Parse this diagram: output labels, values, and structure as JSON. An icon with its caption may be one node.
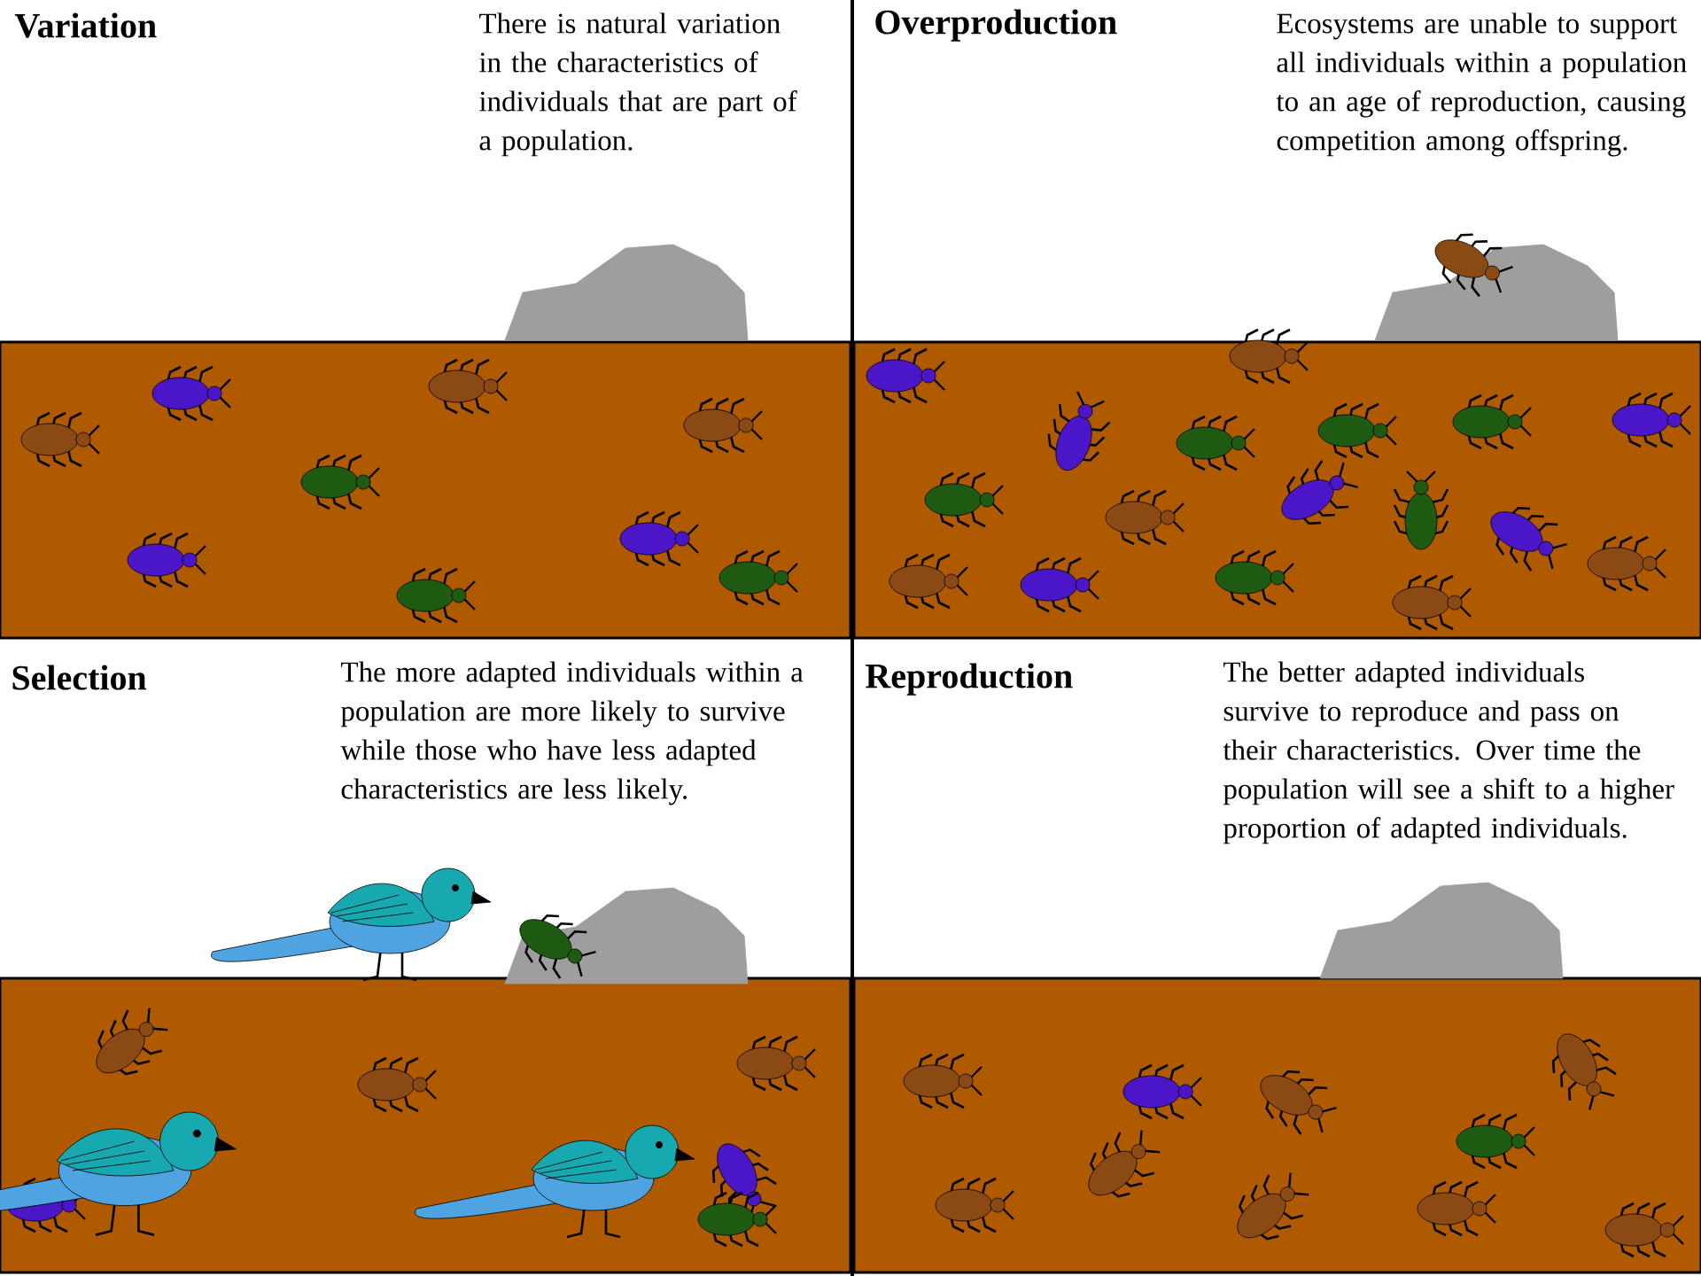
{
  "diagram": {
    "nodes": [
      {
        "text": [
          "Variation",
          "There is natural variation in the characteristics of individuals that are part of a population."
        ]
      },
      {
        "text": [
          "Overproduction",
          "Ecosystems are unable to support all individuals within a population to an age of reproduction, causing competition among offspring."
        ]
      },
      {
        "text": [
          "Selection",
          "The more adapted individuals within a population are more likely to survive while those who have less adapted characteristics are less likely."
        ]
      },
      {
        "text": [
          "Reproduction",
          "The better adapted individuals survive to reproduce and pass on their characteristics. Over time the population will see a shift to a higher proportion of adapted individuals."
        ]
      }
    ]
  }
}
